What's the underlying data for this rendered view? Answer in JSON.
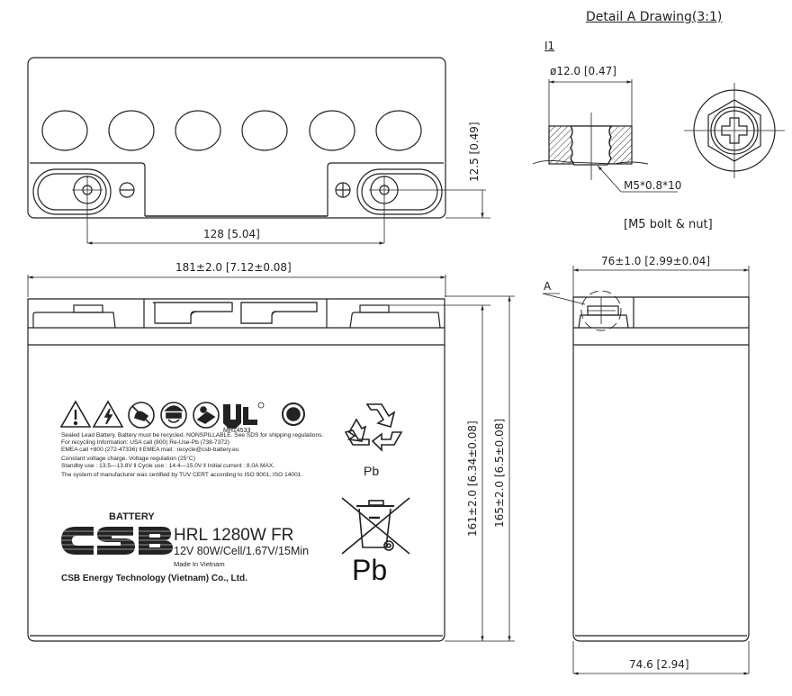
{
  "detail": {
    "title": "Detail A Drawing(3:1)",
    "section_label": "I1",
    "diameter": "ø12.0  [0.47]",
    "thread": "M5*0.8*10",
    "bolt_caption": "[M5 bolt & nut]"
  },
  "top_view": {
    "terminal_spacing": "128  [5.04]",
    "terminal_height": "12.5  [0.49]",
    "cell_caps": 6,
    "negative_symbol": "minus-icon",
    "positive_symbol": "plus-icon"
  },
  "front_view": {
    "width": "181±2.0  [7.12±0.08]",
    "height_container": "161±2.0  [6.34±0.08]",
    "height_total": "165±2.0  [6.5±0.08]"
  },
  "side_view": {
    "width_top": "76±1.0  [2.99±0.04]",
    "width_bottom": "74.6  [2.94]",
    "detail_marker": "A"
  },
  "label": {
    "warning_icons": [
      "warning-exclamation-icon",
      "electric-shock-icon",
      "no-fire-icon",
      "eye-protection-icon",
      "read-manual-icon",
      "ul-recognized-icon",
      "8-year-recycle-icon"
    ],
    "ul_number": "MH14533",
    "ul_mark": "®",
    "text_lines": [
      "Sealed Lead Battery. Battery must be recycled. NONSPILLABLE. See SDS for shipping regulations.",
      "For recycling Information: USA call (800) Re-Use-Pb (738-7372)",
      "EMEA call +800 (272-47336)  ‖  EMEA mail : recycle@csb-battery.eu",
      "Constant voltage charge. Voltage regulation (25°C)",
      "Standby use : 13.5—13.8V  ‖  Cycle use : 14.4—15.0V  ‖  Initial current : 8.0A MAX.",
      "The system of manufacturer was certified by TUV CERT according to ISO 9001, ISO 14001."
    ],
    "brand_word": "BATTERY",
    "brand_logo": "CSB",
    "model": "HRL 1280W FR",
    "spec": "12V 80W/Cell/1.67V/15Min",
    "made_in": "Made In Vietnam",
    "company": "CSB Energy Technology (Vietnam) Co., Ltd.",
    "recycle_pb": "Pb",
    "bin_pb": "Pb"
  }
}
